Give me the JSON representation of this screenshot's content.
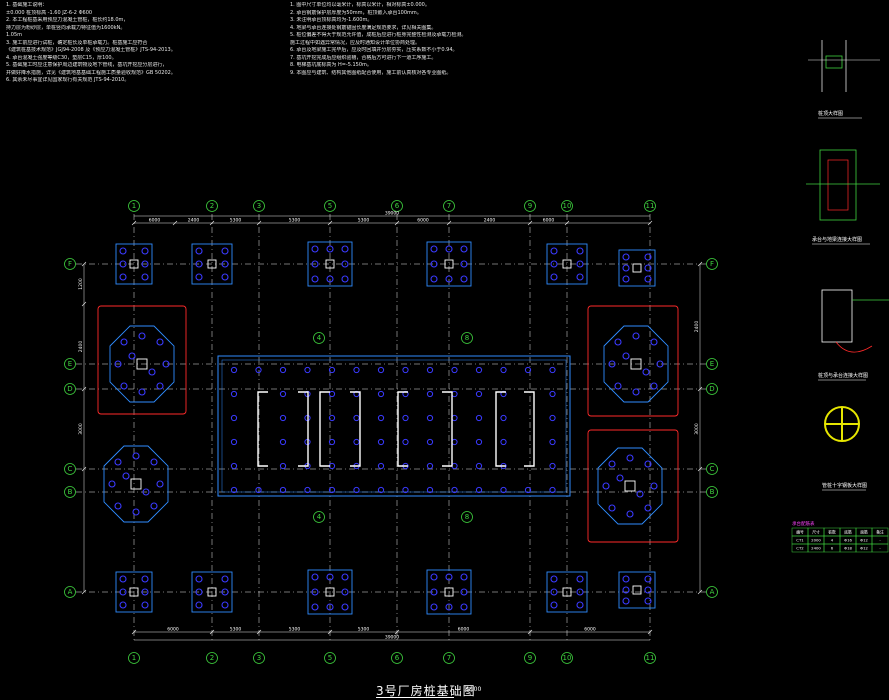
{
  "drawing": {
    "title": "3号厂房桩基础图",
    "scale": "1:100"
  },
  "colors": {
    "background": "#000000",
    "axis_bubble": "#3fd23f",
    "grid_line": "#e8e8e8",
    "cap_outline": "#2f8cff",
    "pile": "#3a3aff",
    "column": "#ffffff",
    "highlight": "#ff2a2a",
    "dim_text": "#ffffff"
  },
  "axes": {
    "columns": [
      "1",
      "2",
      "3",
      "5",
      "6",
      "7",
      "9",
      "10",
      "11"
    ],
    "rows": [
      "F",
      "E",
      "D",
      "C",
      "B",
      "A"
    ],
    "inner_columns": [
      "4",
      "8"
    ]
  },
  "dimensions": {
    "top": [
      "6000",
      "2400",
      "5300",
      "5300",
      "5300",
      "6000",
      "2400",
      "6000"
    ],
    "top_total": "39000",
    "bottom": [
      "6000",
      "5300",
      "5300",
      "5300",
      "6000",
      "6000"
    ],
    "bottom_total": "39000",
    "left": [
      "1200",
      "2400",
      "3000"
    ],
    "right": [
      "2400",
      "3000"
    ]
  },
  "notes_left": [
    "1.  基础施工说明：",
    "      ±0.000  桩顶标高 -1.60   JZ-6-2  Φ600",
    "2.  本工程桩基采用预应力混凝土管桩，桩长约18.0m，",
    "     持力层为粉砂层，单桩竖向承载力特征值为1600kN。",
    "      1.05m",
    "3.  施工前应进行试桩，确定桩长及单桩承载力。桩基施工应符合",
    "     《建筑桩基技术规范》JGJ94-2008 及《预应力混凝土管桩》JTS-94-2013。",
    "4.  承台混凝土强度等级C30，垫层C15，厚100。",
    "5.  基础施工时应注意保护周边建筑物及地下管线，基坑开挖应分层进行，",
    "     并做好降水措施，详见《建筑地基基础工程施工质量验收规范》GB 50202。",
    "6.  其余未尽事宜详见国家现行有关规范 JTS-94-2010。"
  ],
  "notes_right": [
    "1.  图中尺寸单位均以毫米计，标高以米计，相对标高±0.000。",
    "2.  承台钢筋保护层厚度为50mm，桩顶嵌入承台100mm。",
    "3.  未注明承台顶标高均为-1.600m。",
    "4.  地梁与承台连接处钢筋锚固长度满足规范要求，详见相关图集。",
    "5.  桩位偏差不得大于规范允许值，成桩后应进行桩身完整性检测及承载力检测。",
    "     施工过程中如遇异常情况，应及时通知设计单位协商处理。",
    "6.  承台及地梁施工完毕后，应及时回填并分层夯实，压实系数不小于0.94。",
    "7.  基坑开挖完成后应组织验槽，合格后方可进行下一道工序施工。",
    "8.  电梯基坑底标高为 H=-5.150m。",
    "9.  本图应与建筑、结构其他图纸配合使用，施工前认真核对各专业图纸。"
  ],
  "details": {
    "detail_1": "桩顶大样图",
    "detail_2": "承台与地梁连接大样图",
    "detail_3": "桩顶与承台连接大样图",
    "detail_4": "管桩十字钢板大样图"
  },
  "schedule": {
    "title": "承台配筋表",
    "header": [
      "编号",
      "尺寸",
      "桩数",
      "底筋",
      "面筋",
      "备注"
    ],
    "rows": [
      [
        "CT1",
        "2000",
        "4",
        "Φ16",
        "Φ12",
        "-"
      ],
      [
        "CT2",
        "2400",
        "6",
        "Φ18",
        "Φ12",
        "-"
      ]
    ]
  }
}
